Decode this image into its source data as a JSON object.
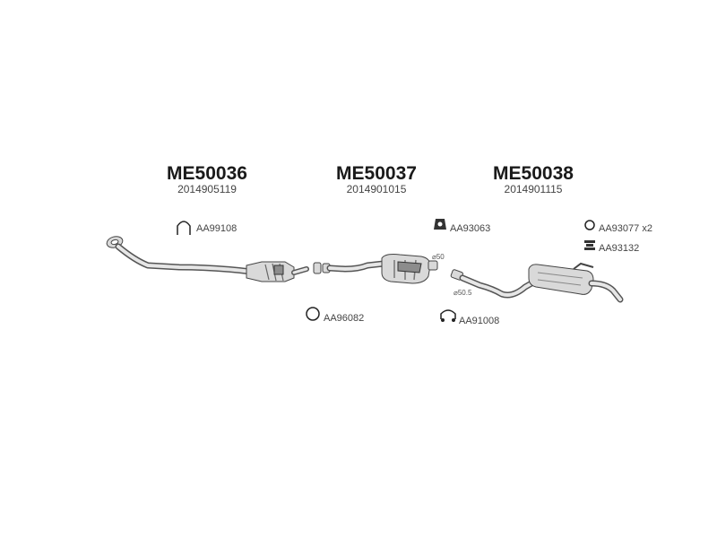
{
  "parts": [
    {
      "code": "ME50036",
      "ref": "2014905119"
    },
    {
      "code": "ME50037",
      "ref": "2014901015"
    },
    {
      "code": "ME50038",
      "ref": "2014901115"
    }
  ],
  "accessories": {
    "clamp_u": "AA99108",
    "mount_block": "AA93063",
    "ring_x2": "AA93077 x2",
    "rubber_mount": "AA93132",
    "gasket_ring": "AA96082",
    "clamp_pair": "AA91008"
  },
  "diameters": {
    "d50": "⌀50",
    "d50_5": "⌀50.5"
  },
  "icons": {
    "clamp_u": "u-clamp-icon",
    "mount_block": "mounting-block-icon",
    "ring": "ring-icon",
    "rubber_mount": "rubber-mount-icon",
    "gasket": "gasket-ring-icon",
    "clamp_pair": "double-clamp-icon"
  }
}
